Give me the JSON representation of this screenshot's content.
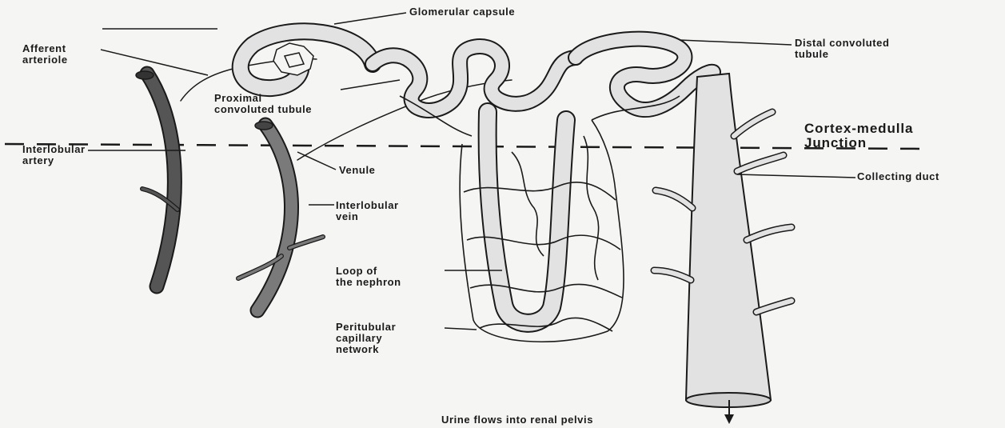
{
  "labels": {
    "glomerular_capsule": "Glomerular capsule",
    "afferent_arteriole": [
      "Afferent",
      "arteriole"
    ],
    "proximal_convoluted_tubule": [
      "Proximal",
      "convoluted tubule"
    ],
    "distal_convoluted_tubule": [
      "Distal convoluted",
      "tubule"
    ],
    "cortex_medulla_junction": [
      "Cortex-medulla",
      "Junction"
    ],
    "interlobular_artery": [
      "Interlobular",
      "artery"
    ],
    "venule": "Venule",
    "interlobular_vein": [
      "Interlobular",
      "vein"
    ],
    "collecting_duct": "Collecting duct",
    "loop_of_the_nephron": [
      "Loop of",
      "the nephron"
    ],
    "peritubular_capillary_network": [
      "Peritubular",
      "capillary",
      "network"
    ],
    "urine_flow": "Urine flows into renal pelvis"
  },
  "colors": {
    "background": "#f5f5f3",
    "ink": "#1a1a1a",
    "artery": "#555555",
    "vein": "#7a7a7a",
    "tubule_fill": "#e2e2e2"
  }
}
